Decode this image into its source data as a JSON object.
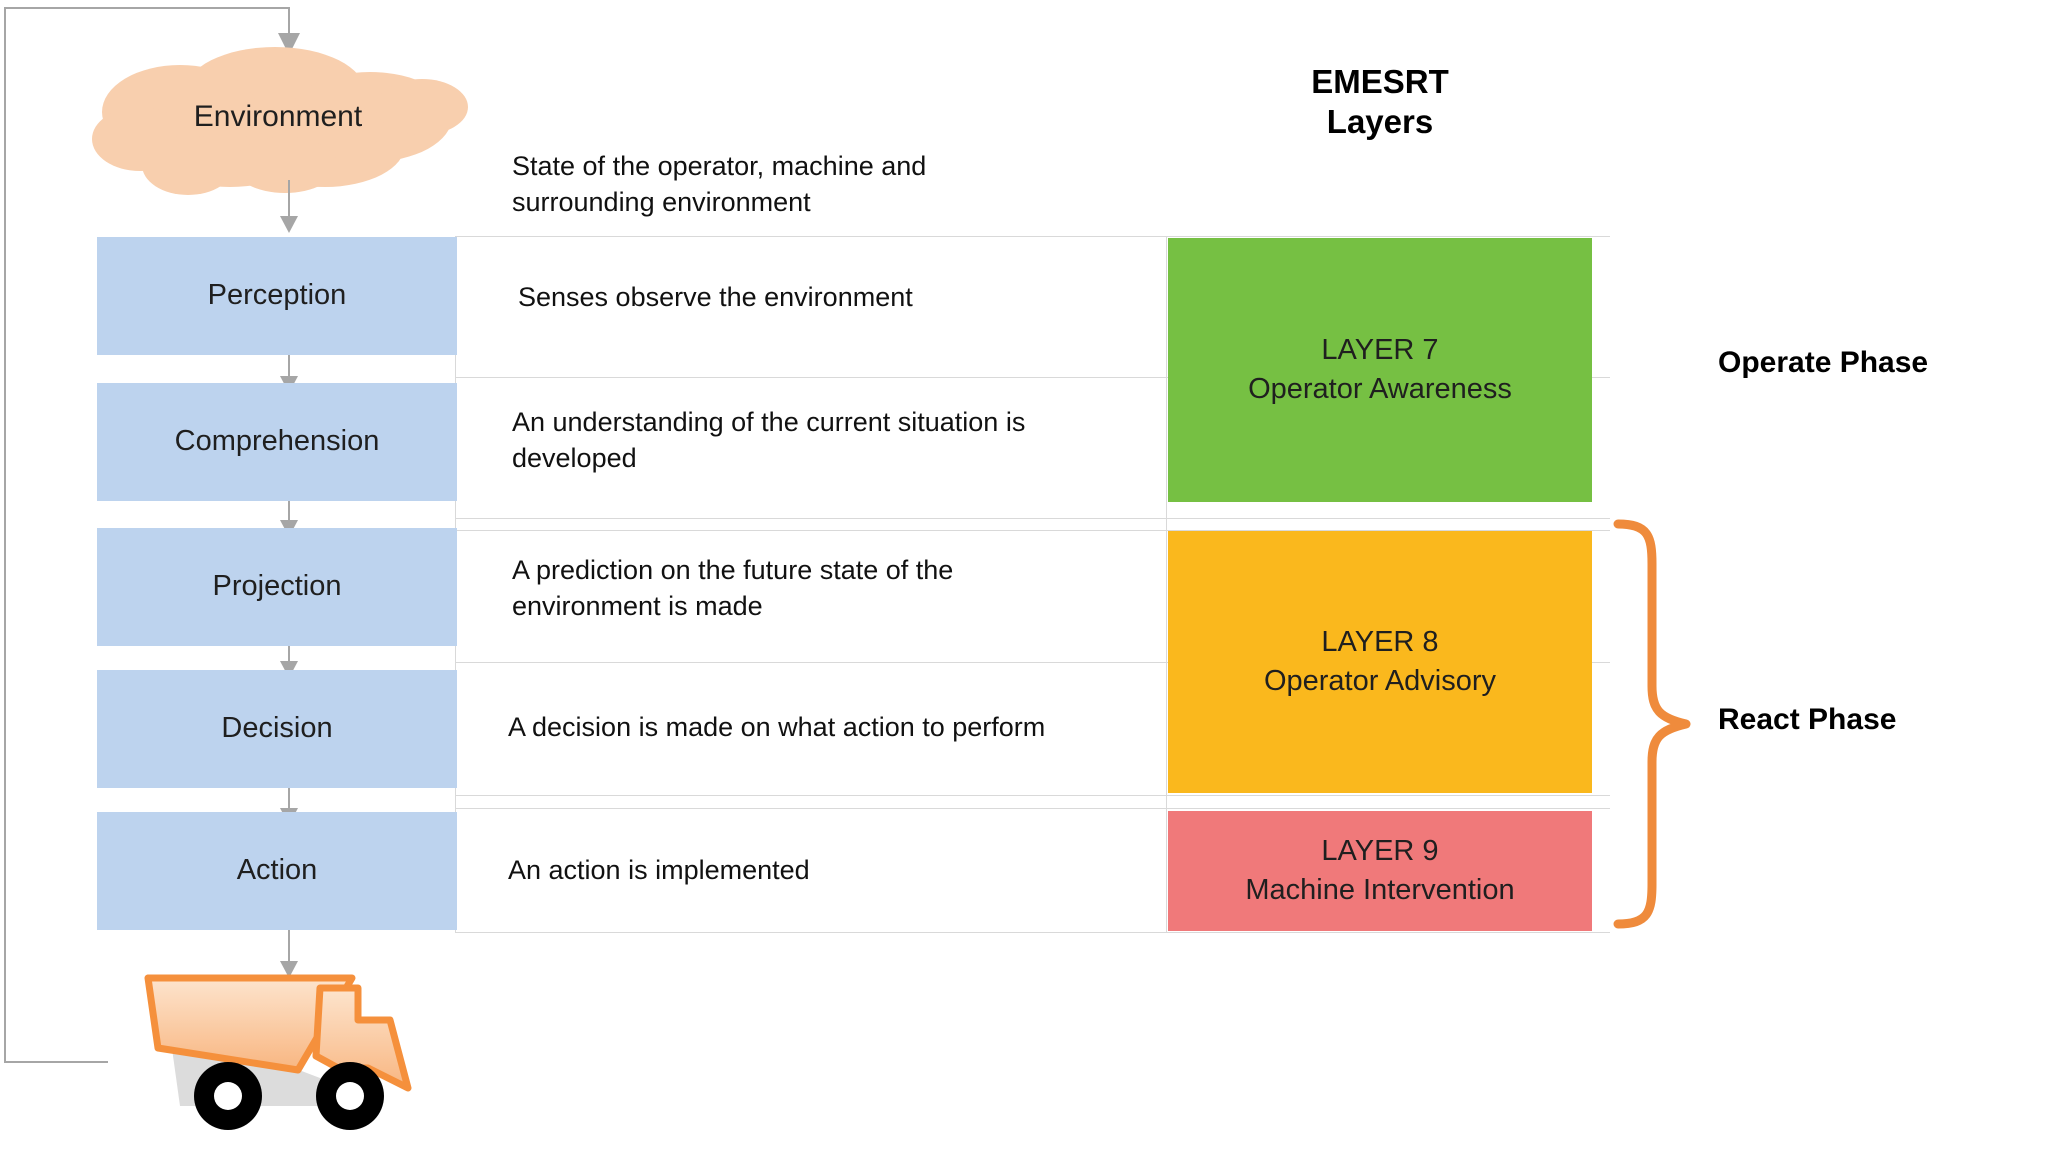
{
  "diagram": {
    "title_right": "EMESRT\nLayers",
    "emesrt_title_line1": "EMESRT",
    "emesrt_title_line2": "Layers",
    "cloud_label": "Environment",
    "phases": [
      {
        "label": "Operate Phase"
      },
      {
        "label": "React Phase"
      }
    ],
    "rows": [
      {
        "stage": "",
        "description": "State of the operator, machine and surrounding environment"
      },
      {
        "stage": "Perception",
        "description": "Senses observe the environment"
      },
      {
        "stage": "Comprehension",
        "description": "An understanding of the current situation is developed"
      },
      {
        "stage": "Projection",
        "description": "A prediction on the future state of the environment is made"
      },
      {
        "stage": "Decision",
        "description": "A decision is made on what action to perform"
      },
      {
        "stage": "Action",
        "description": "An action is implemented"
      }
    ],
    "layers": [
      {
        "id": "layer-7",
        "number": "LAYER 7",
        "name": "Operator Awareness",
        "color": "#76c043"
      },
      {
        "id": "layer-8",
        "number": "LAYER 8",
        "name": "Operator Advisory",
        "color": "#fab81d"
      },
      {
        "id": "layer-9",
        "number": "LAYER 9",
        "name": "Machine Intervention",
        "color": "#f0797a"
      }
    ],
    "colors": {
      "stage_box": "#bdd3ee",
      "cloud": "#f8cfae",
      "grid": "#d9d9d9",
      "arrow": "#a6a6a6",
      "brace": "#ef8b3c",
      "truck_outline": "#f5903c",
      "truck_fill": "#fbd0ab",
      "wheel": "#000000"
    },
    "icons": {
      "cloud": "cloud-shape",
      "truck": "haul-truck",
      "brace": "curly-brace",
      "arrow": "down-arrow"
    }
  }
}
